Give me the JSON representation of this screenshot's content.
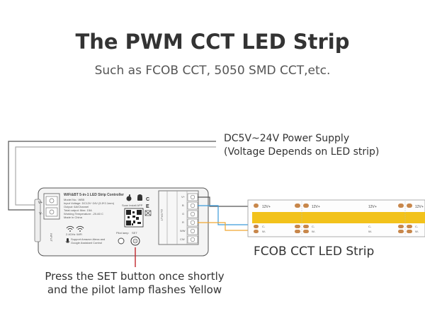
{
  "header": {
    "title": "The PWM CCT LED Strip",
    "subtitle": "Such as FCOB CCT, 5050 SMD CCT,etc."
  },
  "power_supply": {
    "line1": "DC5V~24V Power Supply",
    "line2": "(Voltage Depends on LED strip)"
  },
  "controller": {
    "heading": "WiFi&BT 5-in-1 LED Strip Controller",
    "specs": [
      "Model No.: WB5",
      "Input Voltage: DC12V~24V (5.5*2.1mm)",
      "Output: 6A/Channel",
      "Total output: Max. 15A",
      "Working Temperature: -20-60 C",
      "Made in China"
    ],
    "scan_label": "Scan install APP",
    "wifi_label": "2.4GHz",
    "wifi_label2": "WiFi",
    "alexa_text": "Support Amazon Alexa and",
    "alexa_text2": "Google Assistant Control",
    "pilot_label": "Pilot lamp",
    "set_label": "SET",
    "input_label": "INPUT",
    "output_label": "OUTPUT",
    "v_plus": "V+",
    "v_minus": "V-",
    "terminal_labels": [
      "V+",
      "B",
      "G",
      "R",
      "WW",
      "CW"
    ]
  },
  "strip": {
    "label": "FCOB CCT LED Strip",
    "pad_top": "12V+",
    "pad_mid": "C-",
    "pad_bot": "W-",
    "color": "#f2c21b"
  },
  "instruction": {
    "line1": "Press the SET button once shortly",
    "line2": "and the pilot lamp flashes Yellow"
  },
  "colors": {
    "wire_blue": "#3b9ad9",
    "wire_yellow": "#f0a830",
    "wire_red": "#c0272d",
    "wire_gray": "#555555"
  }
}
